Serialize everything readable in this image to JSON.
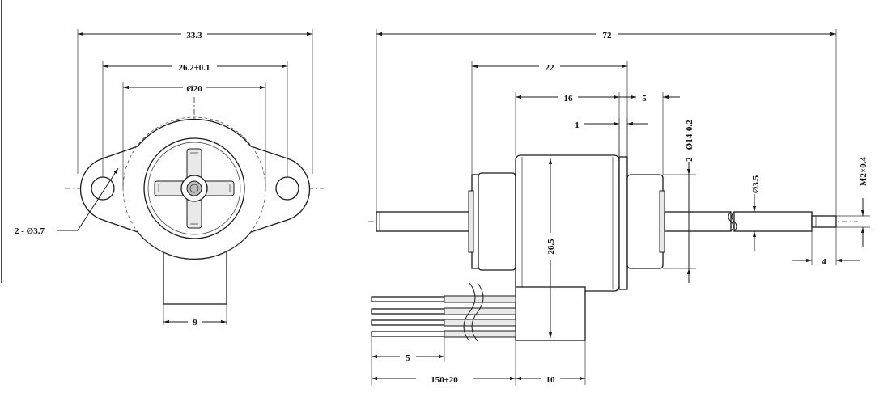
{
  "front_view": {
    "width_overall": "33.3",
    "hole_spacing": "26.2±0.1",
    "body_diameter": "Ø20",
    "hole_callout": "2 - Ø3.7",
    "tab_width": "9"
  },
  "side_view": {
    "length_overall": "72",
    "body_length": "22",
    "housing_length": "16",
    "flange_offset": "5",
    "flange_thickness": "1",
    "flange_diameter": "2 - Ø14-0.2",
    "shaft_diameter": "Ø3.5",
    "thread_spec": "M2×0.4",
    "thread_length": "4",
    "body_height": "26.5",
    "wire_strip": "5",
    "lead_length": "150±20",
    "connector_width": "10"
  }
}
